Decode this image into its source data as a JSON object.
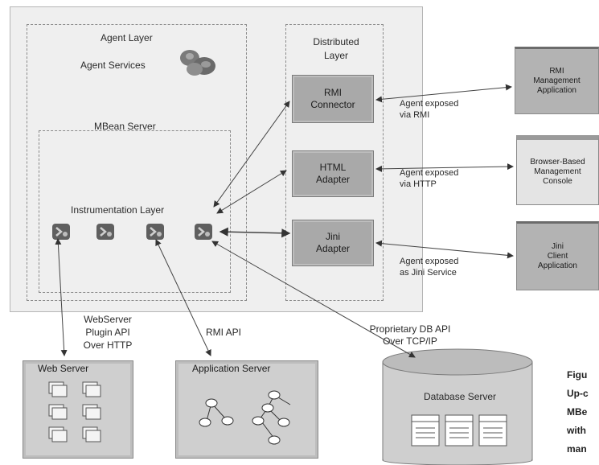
{
  "agent_layer": {
    "title": "Agent Layer",
    "services_label": "Agent Services"
  },
  "mbean_server": {
    "title": "MBean Server",
    "instrumentation_label": "Instrumentation Layer"
  },
  "distributed_layer": {
    "title_line1": "Distributed",
    "title_line2": "Layer",
    "rmi_connector": [
      "RMI",
      "Connector"
    ],
    "html_adapter": [
      "HTML",
      "Adapter"
    ],
    "jini_adapter": [
      "Jini",
      "Adapter"
    ]
  },
  "external_apps": {
    "rmi_app": [
      "RMI",
      "Management",
      "Application"
    ],
    "browser_console": [
      "Browser-Based",
      "Management",
      "Console"
    ],
    "jini_app": [
      "Jini",
      "Client",
      "Application"
    ]
  },
  "connection_labels": {
    "rmi": [
      "Agent exposed",
      "via RMI"
    ],
    "http": [
      "Agent exposed",
      "via HTTP"
    ],
    "jini": [
      "Agent exposed",
      "as Jini Service"
    ]
  },
  "bottom_labels": {
    "webserver_api": [
      "WebServer",
      "Plugin API",
      "Over HTTP"
    ],
    "rmi_api": "RMI API",
    "db_api": [
      "Proprietary DB API",
      "Over TCP/IP"
    ]
  },
  "servers": {
    "web": "Web Server",
    "application": "Application Server",
    "database": "Database Server"
  },
  "caption": [
    "Figu",
    "Up-c",
    "MBe",
    "with",
    "man"
  ]
}
